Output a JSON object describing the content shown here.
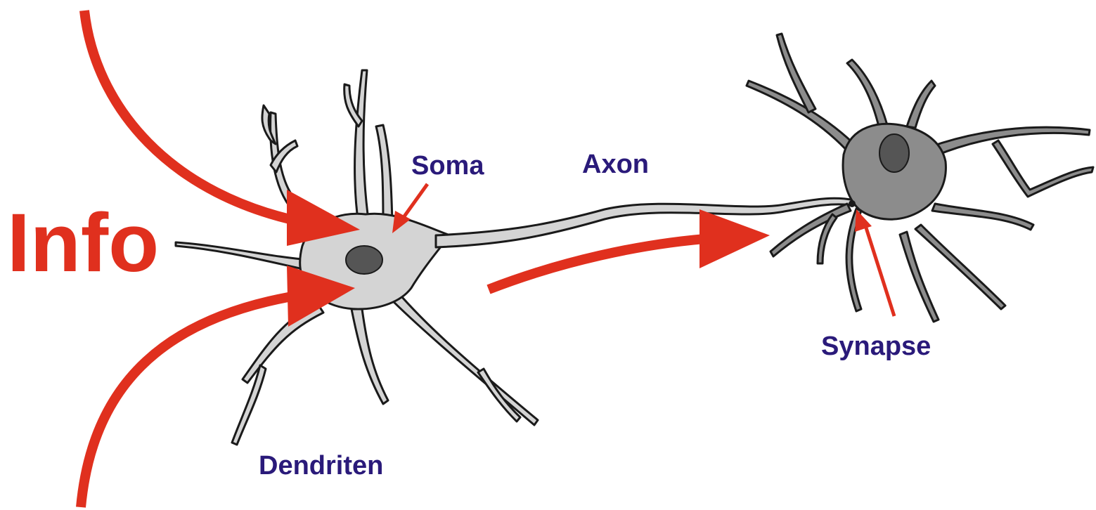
{
  "labels": {
    "info": "Info",
    "soma": "Soma",
    "axon": "Axon",
    "dendriten": "Dendriten",
    "synapse": "Synapse"
  },
  "colors": {
    "arrow_red": "#e0301e",
    "label_blue": "#2a1a7a",
    "neuron_light": "#d4d4d4",
    "neuron_dark": "#8c8c8c",
    "nucleus": "#555555",
    "outline": "#1a1a1a"
  }
}
